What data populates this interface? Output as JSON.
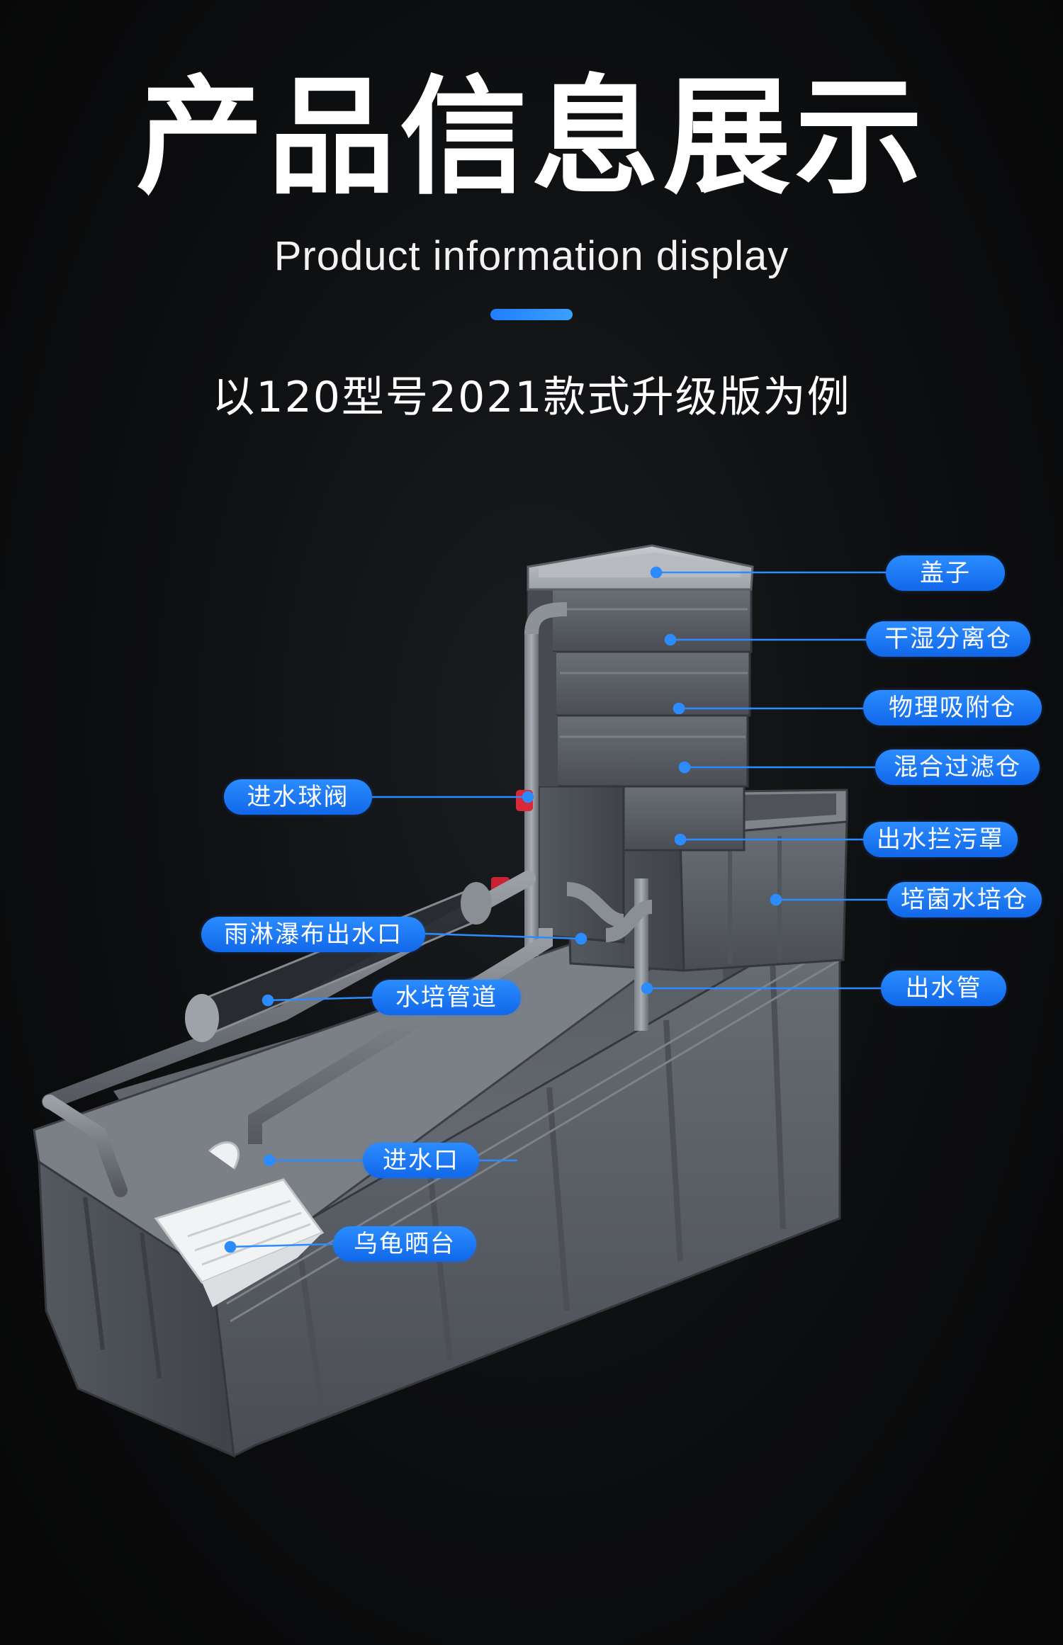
{
  "header": {
    "title": "产品信息展示",
    "title_en": "Product information display",
    "subtitle": "以120型号2021款式升级版为例"
  },
  "callouts": [
    {
      "id": "lid",
      "label": "盖子"
    },
    {
      "id": "dry-wet",
      "label": "干湿分离仓"
    },
    {
      "id": "physical",
      "label": "物理吸附仓"
    },
    {
      "id": "mixed",
      "label": "混合过滤仓"
    },
    {
      "id": "outlet-guard",
      "label": "出水拦污罩"
    },
    {
      "id": "bacteria",
      "label": "培菌水培仓"
    },
    {
      "id": "outlet-pipe",
      "label": "出水管"
    },
    {
      "id": "inlet-valve",
      "label": "进水球阀"
    },
    {
      "id": "rain-outlet",
      "label": "雨淋瀑布出水口"
    },
    {
      "id": "hydro-pipe",
      "label": "水培管道"
    },
    {
      "id": "inlet",
      "label": "进水口"
    },
    {
      "id": "basking",
      "label": "乌龟晒台"
    }
  ],
  "colors": {
    "accent": "#1f7fff",
    "tank": "#5b6067",
    "background": "#0b0b0b"
  }
}
